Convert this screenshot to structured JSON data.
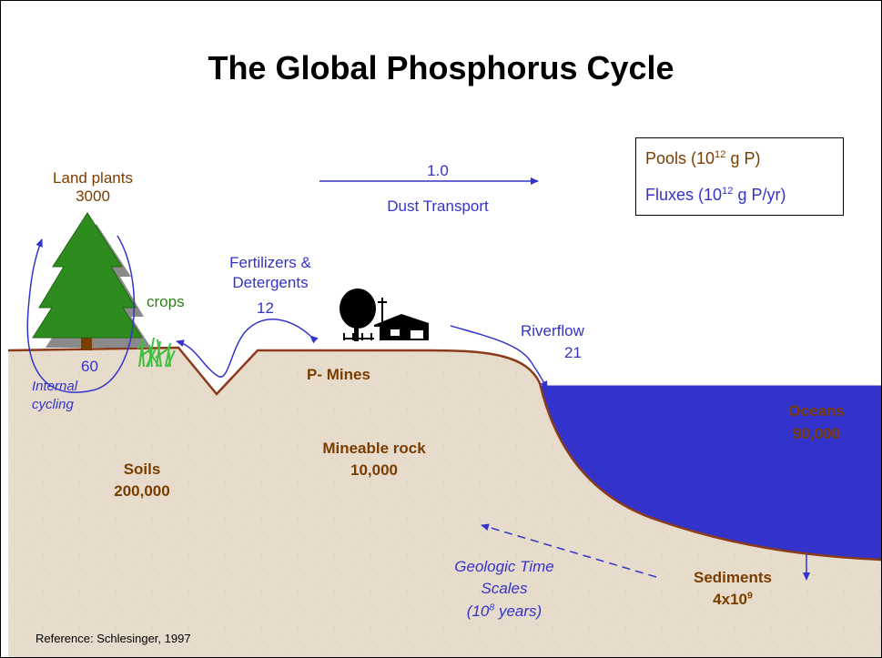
{
  "title": "The Global Phosphorus Cycle",
  "legend": {
    "pools_prefix": "Pools (10",
    "pools_exp": "12",
    "pools_suffix": " g P)",
    "fluxes_prefix": "Fluxes (10",
    "fluxes_exp": "12",
    "fluxes_suffix": " g P/yr)"
  },
  "land_plants": {
    "label": "Land plants",
    "value": "3000"
  },
  "internal_cycling": {
    "value": "60",
    "label_line1": "Internal",
    "label_line2": "cycling"
  },
  "crops": {
    "label": "crops"
  },
  "dust": {
    "value": "1.0",
    "label": "Dust Transport"
  },
  "fertilizers": {
    "line1": "Fertilizers &",
    "line2": "Detergents",
    "value": "12"
  },
  "riverflow": {
    "label": "Riverflow",
    "value": "21"
  },
  "p_mines": {
    "label": "P- Mines"
  },
  "mineable_rock": {
    "label": "Mineable rock",
    "value": "10,000"
  },
  "soils": {
    "label": "Soils",
    "value": "200,000"
  },
  "oceans": {
    "label": "Oceans",
    "value": "90,000"
  },
  "geologic": {
    "line1": "Geologic Time",
    "line2": "Scales",
    "line3_prefix": "(10",
    "line3_exp": "8",
    "line3_suffix": " years)"
  },
  "sediments": {
    "label": "Sediments",
    "value_base": "4x10",
    "value_exp": "9"
  },
  "reference": "Reference: Schlesinger, 1997",
  "colors": {
    "land": "#e7dccb",
    "ocean": "#3333cc",
    "outline": "#8b3a1a",
    "flux": "#3333cc",
    "pool_text": "#7a3d00",
    "tree": "#2e8b1e"
  }
}
